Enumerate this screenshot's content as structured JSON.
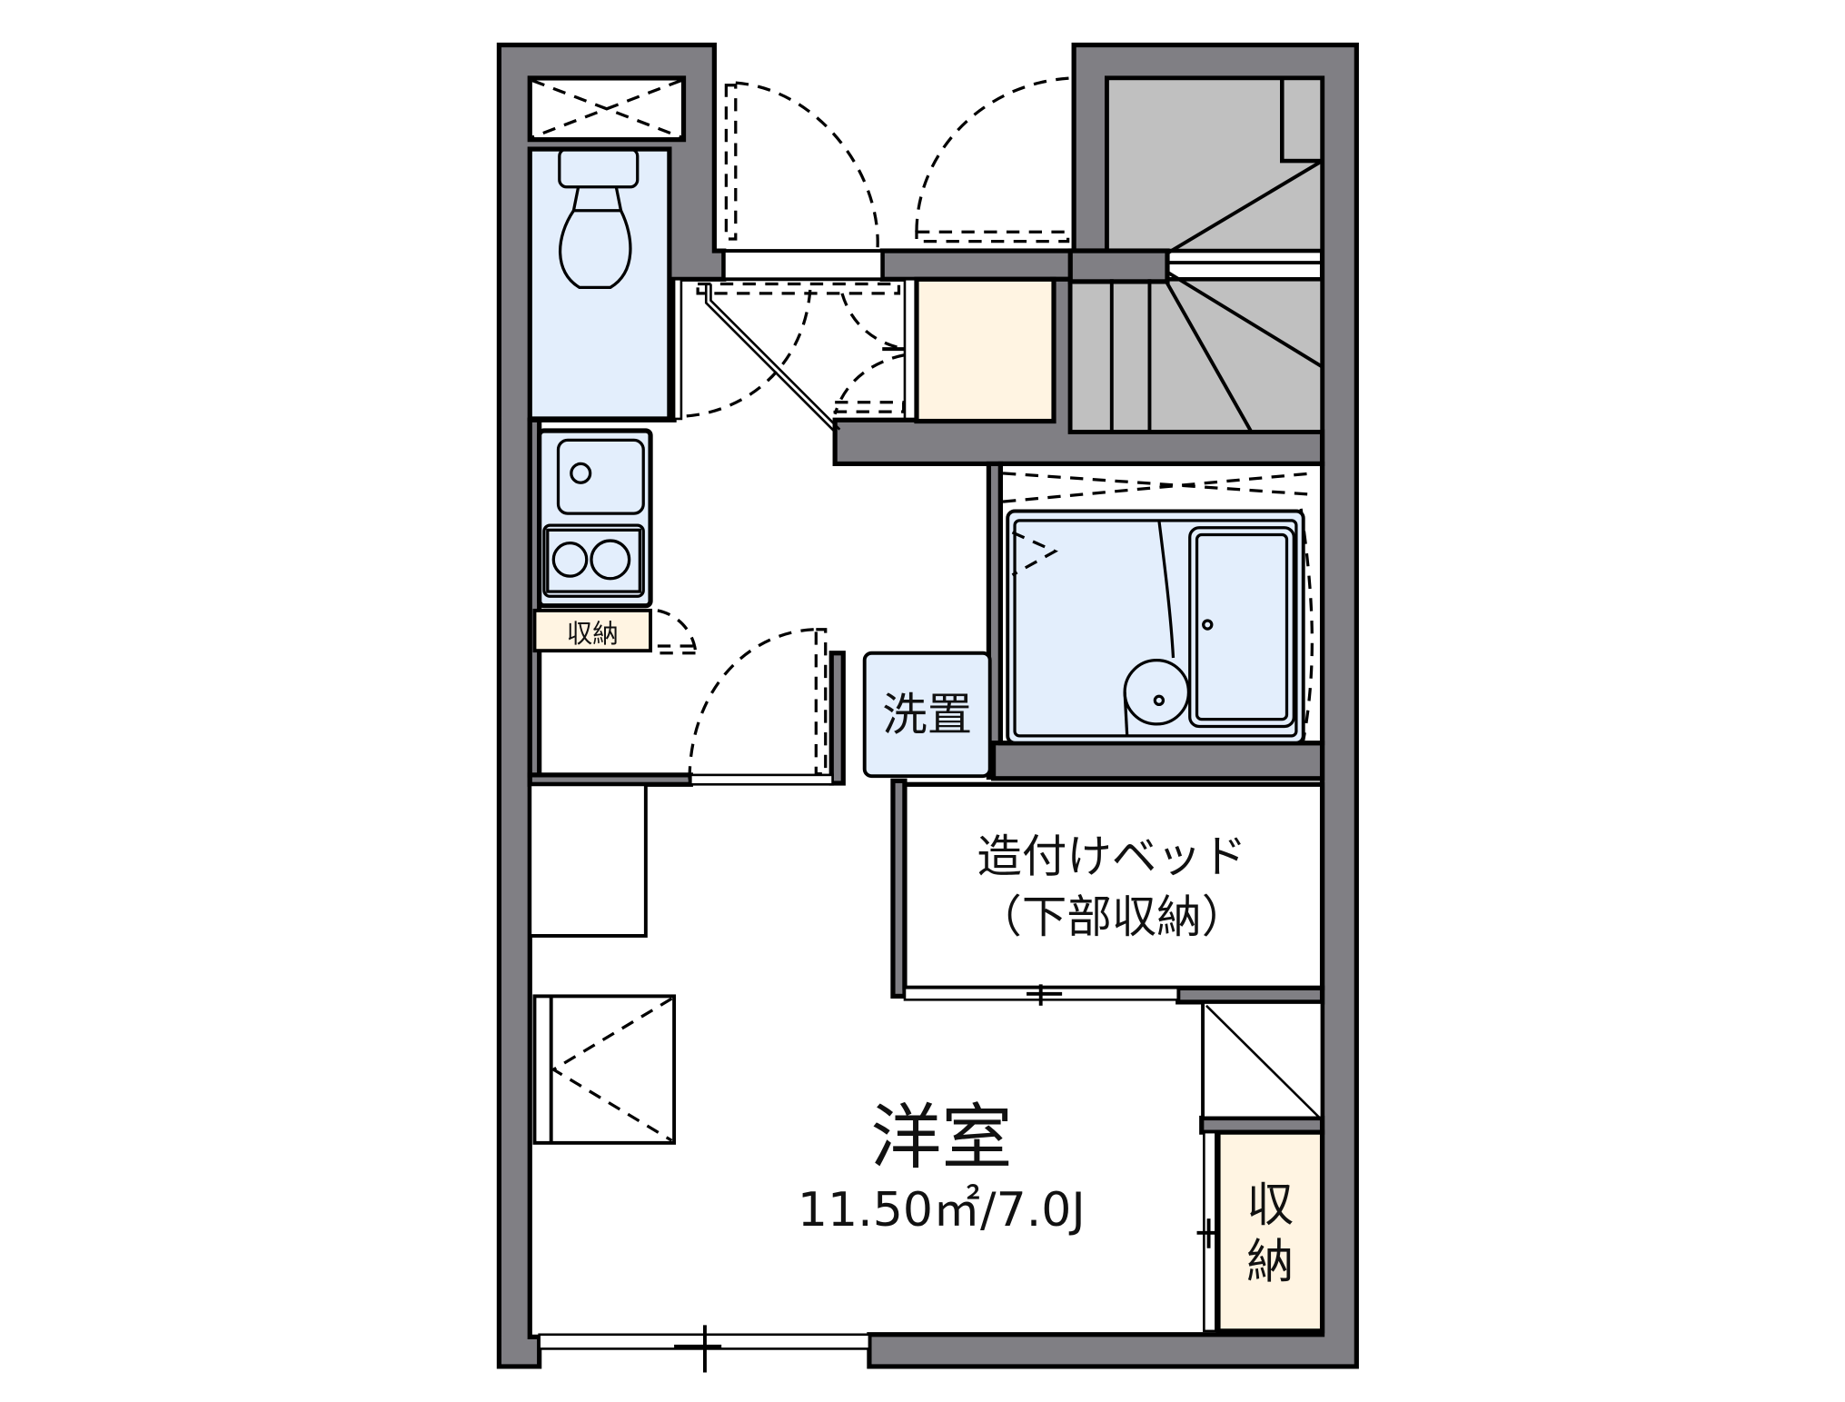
{
  "floor_plan": {
    "colors": {
      "wall": "#807f84",
      "wet_area": "#e3eefc",
      "storage": "#fff4e2",
      "stairs": "#c0c0c0",
      "outline": "#000000",
      "background": "#ffffff"
    },
    "rooms": {
      "western_room": {
        "label": "洋室",
        "area": "11.50㎡/7.0J"
      },
      "built_in_bed": {
        "line1": "造付けベッド",
        "line2": "（下部収納）"
      },
      "washer_space": {
        "label": "洗置"
      },
      "kitchen_storage": {
        "label": "収納"
      },
      "room_storage": {
        "line1": "収",
        "line2": "納"
      }
    },
    "fixtures": [
      "toilet-icon",
      "kitchen-sink-icon",
      "stove-burners-icon",
      "unit-bath-icon",
      "staircase-icon",
      "entrance-door-swing",
      "sliding-windows"
    ]
  }
}
